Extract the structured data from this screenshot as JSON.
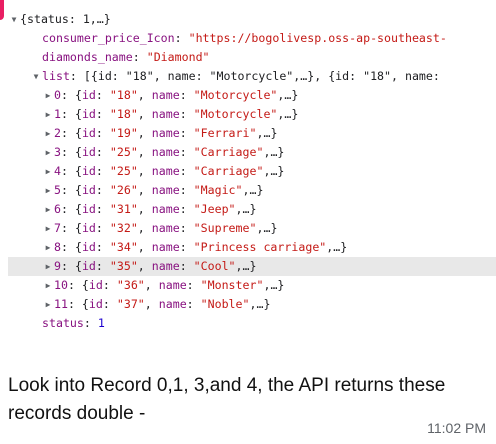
{
  "console": {
    "root_summary": "{status: 1,…}",
    "consumer_price_icon": {
      "key": "consumer_price_Icon",
      "value": "\"https://bogolivesp.oss-ap-southeast-"
    },
    "diamonds_name": {
      "key": "diamonds_name",
      "value": "\"Diamond\""
    },
    "list": {
      "key": "list",
      "summary": "[{id: \"18\", name: \"Motorcycle\",…}, {id: \"18\", name:"
    },
    "items": [
      {
        "index": "0",
        "id": "\"18\"",
        "name": "\"Motorcycle\""
      },
      {
        "index": "1",
        "id": "\"18\"",
        "name": "\"Motorcycle\""
      },
      {
        "index": "2",
        "id": "\"19\"",
        "name": "\"Ferrari\""
      },
      {
        "index": "3",
        "id": "\"25\"",
        "name": "\"Carriage\""
      },
      {
        "index": "4",
        "id": "\"25\"",
        "name": "\"Carriage\""
      },
      {
        "index": "5",
        "id": "\"26\"",
        "name": "\"Magic\""
      },
      {
        "index": "6",
        "id": "\"31\"",
        "name": "\"Jeep\""
      },
      {
        "index": "7",
        "id": "\"32\"",
        "name": "\"Supreme\""
      },
      {
        "index": "8",
        "id": "\"34\"",
        "name": "\"Princess carriage\""
      },
      {
        "index": "9",
        "id": "\"35\"",
        "name": "\"Cool\""
      },
      {
        "index": "10",
        "id": "\"36\"",
        "name": "\"Monster\""
      },
      {
        "index": "11",
        "id": "\"37\"",
        "name": "\"Noble\""
      }
    ],
    "status": {
      "key": "status",
      "value": "1"
    }
  },
  "message": {
    "text": "Look into Record 0,1, 3,and 4, the API  returns these records double -",
    "time": "11:02 PM"
  },
  "colors": {
    "key": "#881280",
    "number": "#1c00cf",
    "string": "#c41a16",
    "highlight_row": "#e8e8e8",
    "accent": "#e91e63"
  }
}
